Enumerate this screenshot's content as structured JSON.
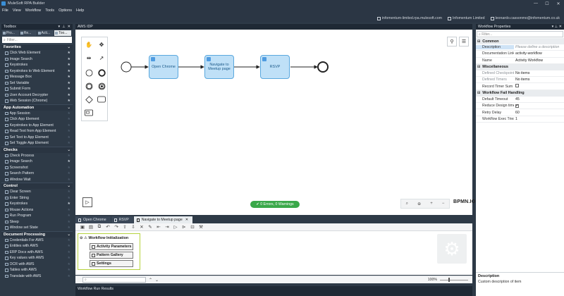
{
  "window": {
    "title": "MuleSoft RPA Builder",
    "minimize": "—",
    "maximize": "☐",
    "close": "✕"
  },
  "menu": [
    "File",
    "View",
    "Workflow",
    "Tools",
    "Options",
    "Help"
  ],
  "account": {
    "tenant_url": "infomentum-limited.rpa.mulesoft.com",
    "org": "Infomentum Limited",
    "user": "leonardo.cassonmo@infomentum.co.uk"
  },
  "toolbox": {
    "title": "Toolbox",
    "tabs": [
      "Pro...",
      "Re...",
      "Acti...",
      "Too..."
    ],
    "filter_placeholder": "Filter...",
    "categories": [
      {
        "name": "Favorites",
        "items": [
          {
            "label": "Click Web Element",
            "fav": true
          },
          {
            "label": "Image Search",
            "fav": true
          },
          {
            "label": "Keystrokes",
            "fav": true
          },
          {
            "label": "Keystrokes to Web Element",
            "fav": true
          },
          {
            "label": "Message Box",
            "fav": true
          },
          {
            "label": "Set Variable",
            "fav": true
          },
          {
            "label": "Submit Form",
            "fav": true
          },
          {
            "label": "User Account Decrypter",
            "fav": true
          },
          {
            "label": "Web Session (Chrome)",
            "fav": true
          }
        ]
      },
      {
        "name": "App Automation",
        "items": [
          {
            "label": "App Session",
            "fav": false
          },
          {
            "label": "Click App Element",
            "fav": false
          },
          {
            "label": "Keystrokes to App Element",
            "fav": false
          },
          {
            "label": "Read Text from App Element",
            "fav": false
          },
          {
            "label": "Set Text to App Element",
            "fav": false
          },
          {
            "label": "Set Toggle App Element",
            "fav": false
          }
        ]
      },
      {
        "name": "Checks",
        "items": [
          {
            "label": "Check Process",
            "fav": false
          },
          {
            "label": "Image Search",
            "fav": true
          },
          {
            "label": "Screenshot",
            "fav": false
          },
          {
            "label": "Search Pattern",
            "fav": false
          },
          {
            "label": "Window Wait",
            "fav": false
          }
        ]
      },
      {
        "name": "Control",
        "items": [
          {
            "label": "Clear Screen",
            "fav": false
          },
          {
            "label": "Enter String",
            "fav": false
          },
          {
            "label": "Keystrokes",
            "fav": true
          },
          {
            "label": "Mouse Actions",
            "fav": false
          },
          {
            "label": "Run Program",
            "fav": false
          },
          {
            "label": "Sleep",
            "fav": false
          },
          {
            "label": "Window set State",
            "fav": false
          }
        ]
      },
      {
        "name": "Document Processing",
        "items": [
          {
            "label": "Credentials For AWS",
            "fav": false
          },
          {
            "label": "Entities with AWS",
            "fav": false
          },
          {
            "label": "ERP Docs with AWS",
            "fav": false
          },
          {
            "label": "Key values with AWS",
            "fav": false
          },
          {
            "label": "OCR with AWS",
            "fav": false
          },
          {
            "label": "Tables with AWS",
            "fav": false
          },
          {
            "label": "Translate with AWS",
            "fav": false
          }
        ]
      }
    ]
  },
  "canvas": {
    "title": "AWS IDP",
    "tasks": [
      "Open Chrome",
      "Navigate to Meetup page",
      "RSVP"
    ],
    "validation": "0 Errors, 0 Warnings",
    "brand": "BPMN.IO"
  },
  "doc_tabs": [
    {
      "label": "Open Chrome",
      "active": false,
      "closable": false
    },
    {
      "label": "RSVP",
      "active": false,
      "closable": false
    },
    {
      "label": "Navigate to Meetup page",
      "active": true,
      "closable": true
    }
  ],
  "flow": {
    "header": "Workflow Initialization",
    "buttons": [
      "Activity Parameters",
      "Pattern Gallery",
      "Settings"
    ],
    "zoom": "100%"
  },
  "run_results": {
    "title": "Workflow Run Results"
  },
  "properties": {
    "title": "Workflow Properties",
    "filter_placeholder": "Filter...",
    "sections": [
      {
        "name": "Common",
        "rows": [
          {
            "key": "Description",
            "value": "Please define a description",
            "placeholder": true,
            "selected": true
          },
          {
            "key": "Documentation Link ID",
            "value": "activity-workflow"
          },
          {
            "key": "Name",
            "value": "Activity Workflow"
          }
        ]
      },
      {
        "name": "Miscellaneous",
        "rows": [
          {
            "key": "Defined Checkpoints",
            "value": "No items",
            "dim": true
          },
          {
            "key": "Defined Timers",
            "value": "No items",
            "dim": true
          },
          {
            "key": "Record Timer Sum",
            "value": "",
            "check": false
          }
        ]
      },
      {
        "name": "Workflow Fail Handling",
        "rows": [
          {
            "key": "Default Timeout",
            "value": "45"
          },
          {
            "key": "Reduce Design time...",
            "value": "",
            "check": true
          },
          {
            "key": "Retry Delay",
            "value": "60"
          },
          {
            "key": "Workflow Exec Tries",
            "value": "1"
          }
        ]
      }
    ],
    "description_title": "Description",
    "description_text": "Custom description of item"
  }
}
